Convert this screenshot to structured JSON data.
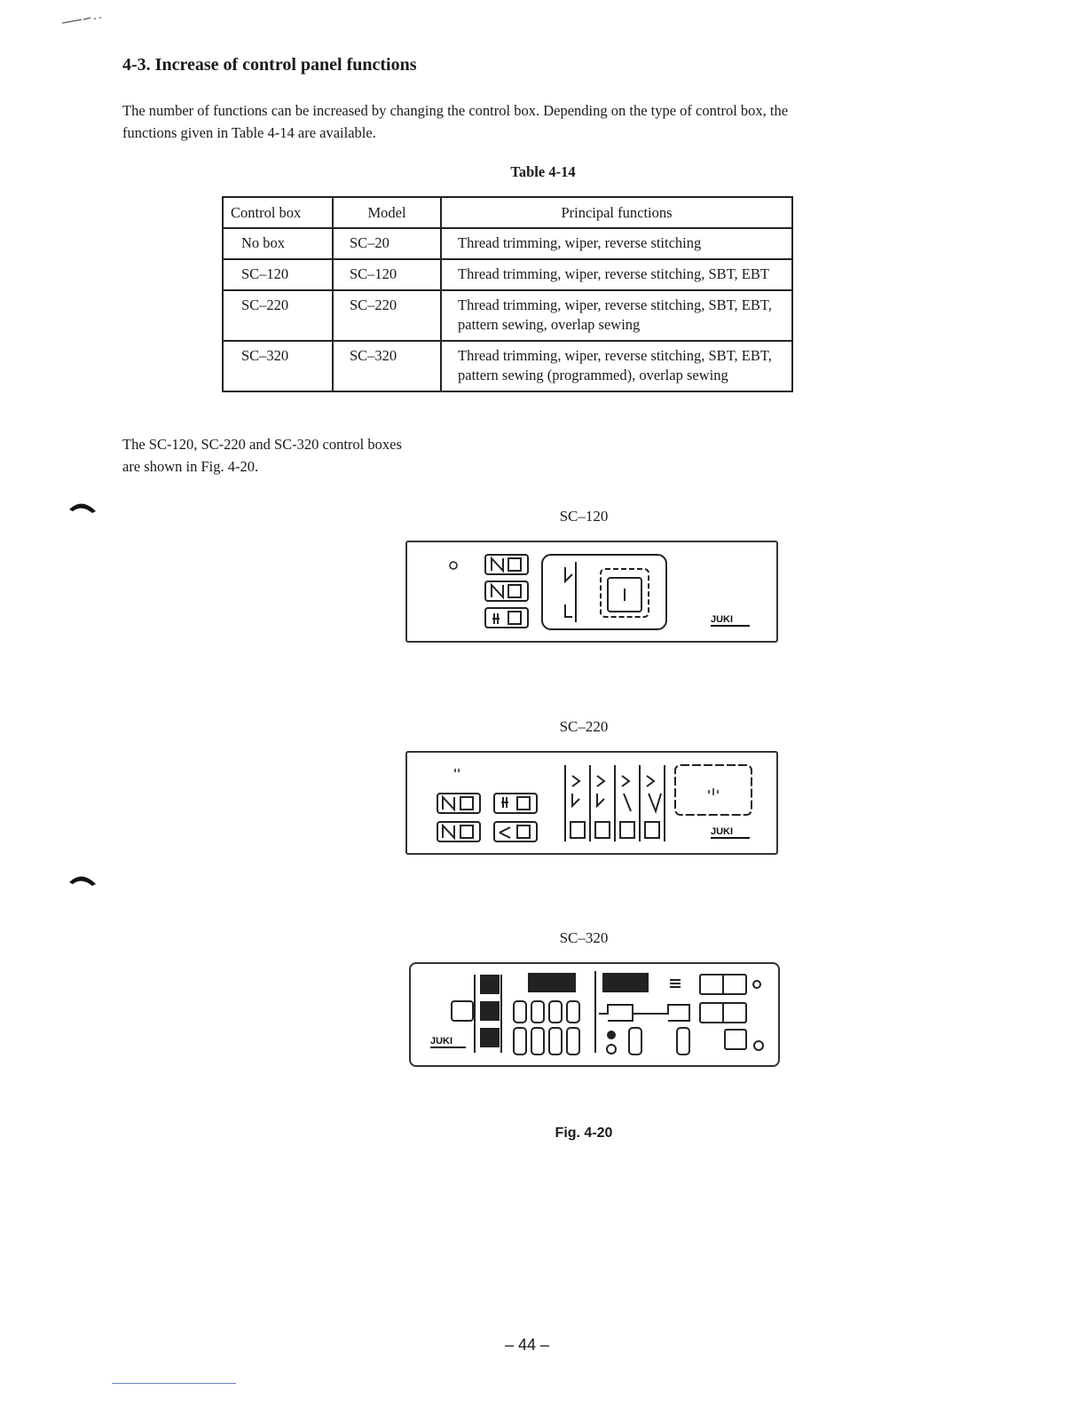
{
  "section": {
    "title": "4-3.  Increase of control panel functions",
    "intro_line1": "The number of functions can be increased by changing the control box.  Depending on the type of control box, the",
    "intro_line2": "functions given in Table 4-14 are available."
  },
  "table": {
    "caption": "Table 4-14",
    "headers": [
      "Control box",
      "Model",
      "Principal functions"
    ],
    "rows": [
      {
        "box": "No box",
        "model": "SC–20",
        "functions": "Thread trimming, wiper, reverse stitching"
      },
      {
        "box": "SC–120",
        "model": "SC–120",
        "functions": "Thread trimming, wiper, reverse stitching, SBT, EBT"
      },
      {
        "box": "SC–220",
        "model": "SC–220",
        "functions": "Thread trimming, wiper, reverse stitching, SBT, EBT,\npattern sewing, overlap sewing"
      },
      {
        "box": "SC–320",
        "model": "SC–320",
        "functions": "Thread trimming, wiper, reverse stitching, SBT, EBT,\npattern sewing (programmed), overlap sewing"
      }
    ]
  },
  "panels_intro_line1": "The SC-120, SC-220 and SC-320 control boxes",
  "panels_intro_line2": "are shown in Fig. 4-20.",
  "panels": {
    "sc120": {
      "label": "SC–120",
      "brand": "JUKI"
    },
    "sc220": {
      "label": "SC–220",
      "brand": "JUKI"
    },
    "sc320": {
      "label": "SC–320",
      "brand": "JUKI"
    }
  },
  "figure_caption": "Fig. 4-20",
  "page_number": "–  44  –",
  "icons": [
    "binder-clip-icon",
    "binder-clip-icon"
  ],
  "colors": {
    "ink": "#1a1a1a",
    "rule": "#6a7fb5"
  }
}
